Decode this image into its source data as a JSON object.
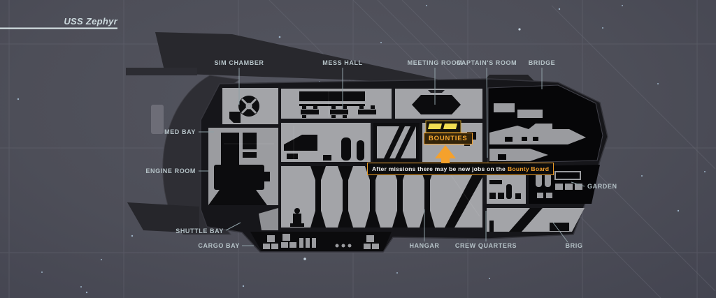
{
  "window": {
    "title": "USS Zephyr"
  },
  "map": {
    "room_labels": {
      "sim_chamber": "SIM CHAMBER",
      "mess_hall": "MESS HALL",
      "meeting_room": "MEETING ROOM",
      "captains_room": "CAPTAIN'S ROOM",
      "bridge": "BRIDGE",
      "med_bay": "MED BAY",
      "engine_room": "ENGINE ROOM",
      "shuttle_bay": "SHUTTLE BAY",
      "cargo_bay": "CARGO BAY",
      "hangar": "HANGAR",
      "crew_quarters": "CREW QUARTERS",
      "brig": "BRIG",
      "garden": "GARDEN"
    }
  },
  "bounty": {
    "board_label": "BOUNTIES",
    "tooltip_text": "After missions there may be new jobs on the",
    "tooltip_highlight": "Bounty Board"
  },
  "colors": {
    "background": "#4d4e58",
    "grid_line": "#696a76",
    "hull": "#16161a",
    "room_fill": "#a3a4a8",
    "label_text": "#b5c2c7",
    "accent_orange": "#f5a12c",
    "accent_yellow": "#f2de52",
    "tooltip_bg": "#0c0c0c"
  }
}
